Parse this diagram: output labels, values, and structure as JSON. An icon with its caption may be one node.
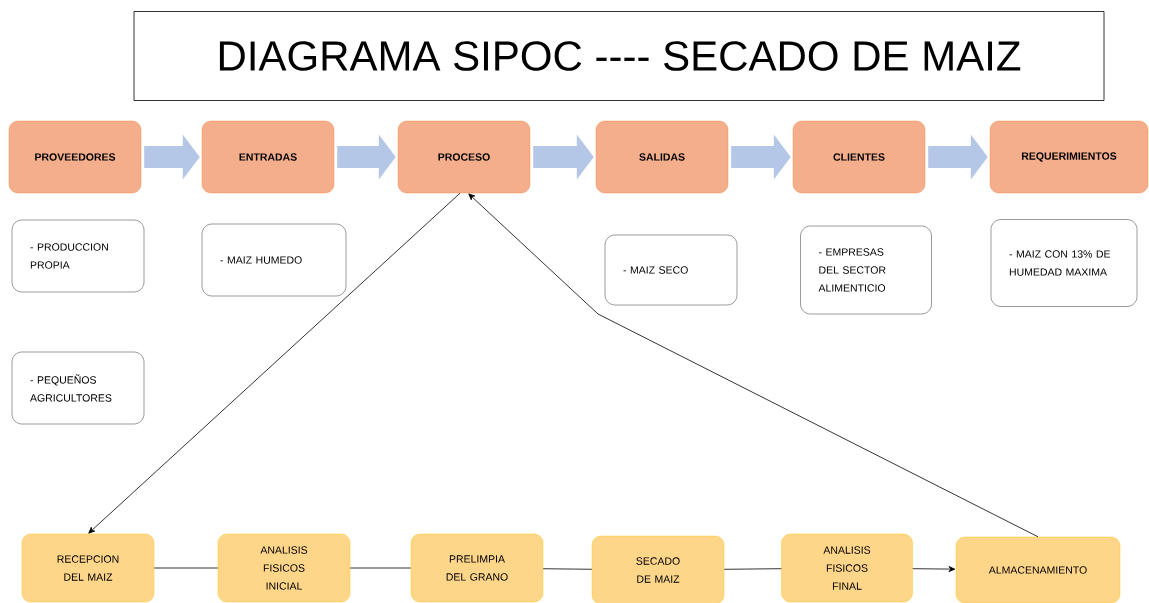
{
  "diagram": {
    "title": "DIAGRAMA SIPOC ---- SECADO DE MAIZ",
    "nodes": [
      {
        "text": [
          "PROVEEDORES"
        ]
      },
      {
        "text": [
          "ENTRADAS"
        ]
      },
      {
        "text": [
          "PROCESO"
        ]
      },
      {
        "text": [
          "SALIDAS"
        ]
      },
      {
        "text": [
          "CLIENTES"
        ]
      },
      {
        "text": [
          "REQUERIMIENTOS"
        ]
      },
      {
        "text": [
          "- PRODUCCION PROPIA"
        ]
      },
      {
        "text": [
          "- MAIZ HUMEDO"
        ]
      },
      {
        "text": [
          "- MAIZ SECO"
        ]
      },
      {
        "text": [
          "- EMPRESAS DEL SECTOR ALIMENTICIO"
        ]
      },
      {
        "text": [
          "- MAIZ CON 13% DE HUMEDAD MAXIMA"
        ]
      },
      {
        "text": [
          "- PEQUEÑOS AGRICULTORES"
        ]
      },
      {
        "text": [
          "RECEPCION DEL MAIZ"
        ]
      },
      {
        "text": [
          "ANALISIS FISICOS INICIAL"
        ]
      },
      {
        "text": [
          "PRELIMPIA DEL GRANO"
        ]
      },
      {
        "text": [
          "SECADO DE MAIZ"
        ]
      },
      {
        "text": [
          "ANALISIS FISICOS FINAL"
        ]
      },
      {
        "text": [
          "ALMACENAMIENTO"
        ]
      }
    ],
    "edges": [
      {
        "from": 0,
        "to": 1,
        "arrow": "to",
        "style": "thick",
        "color": "#b4c7e7"
      },
      {
        "from": 1,
        "to": 2,
        "arrow": "to",
        "style": "thick",
        "color": "#b4c7e7"
      },
      {
        "from": 2,
        "to": 3,
        "arrow": "to",
        "style": "thick",
        "color": "#b4c7e7"
      },
      {
        "from": 3,
        "to": 4,
        "arrow": "to",
        "style": "thick",
        "color": "#b4c7e7"
      },
      {
        "from": 4,
        "to": 5,
        "arrow": "to",
        "style": "thick",
        "color": "#b4c7e7"
      },
      {
        "from": 2,
        "to": 12,
        "arrow": "to"
      },
      {
        "from": 12,
        "to": 13,
        "arrow": "none"
      },
      {
        "from": 13,
        "to": 14,
        "arrow": "none"
      },
      {
        "from": 14,
        "to": 15,
        "arrow": "none"
      },
      {
        "from": 15,
        "to": 16,
        "arrow": "none"
      },
      {
        "from": 16,
        "to": 17,
        "arrow": "to"
      },
      {
        "from": 17,
        "to": 2,
        "arrow": "to"
      }
    ]
  }
}
